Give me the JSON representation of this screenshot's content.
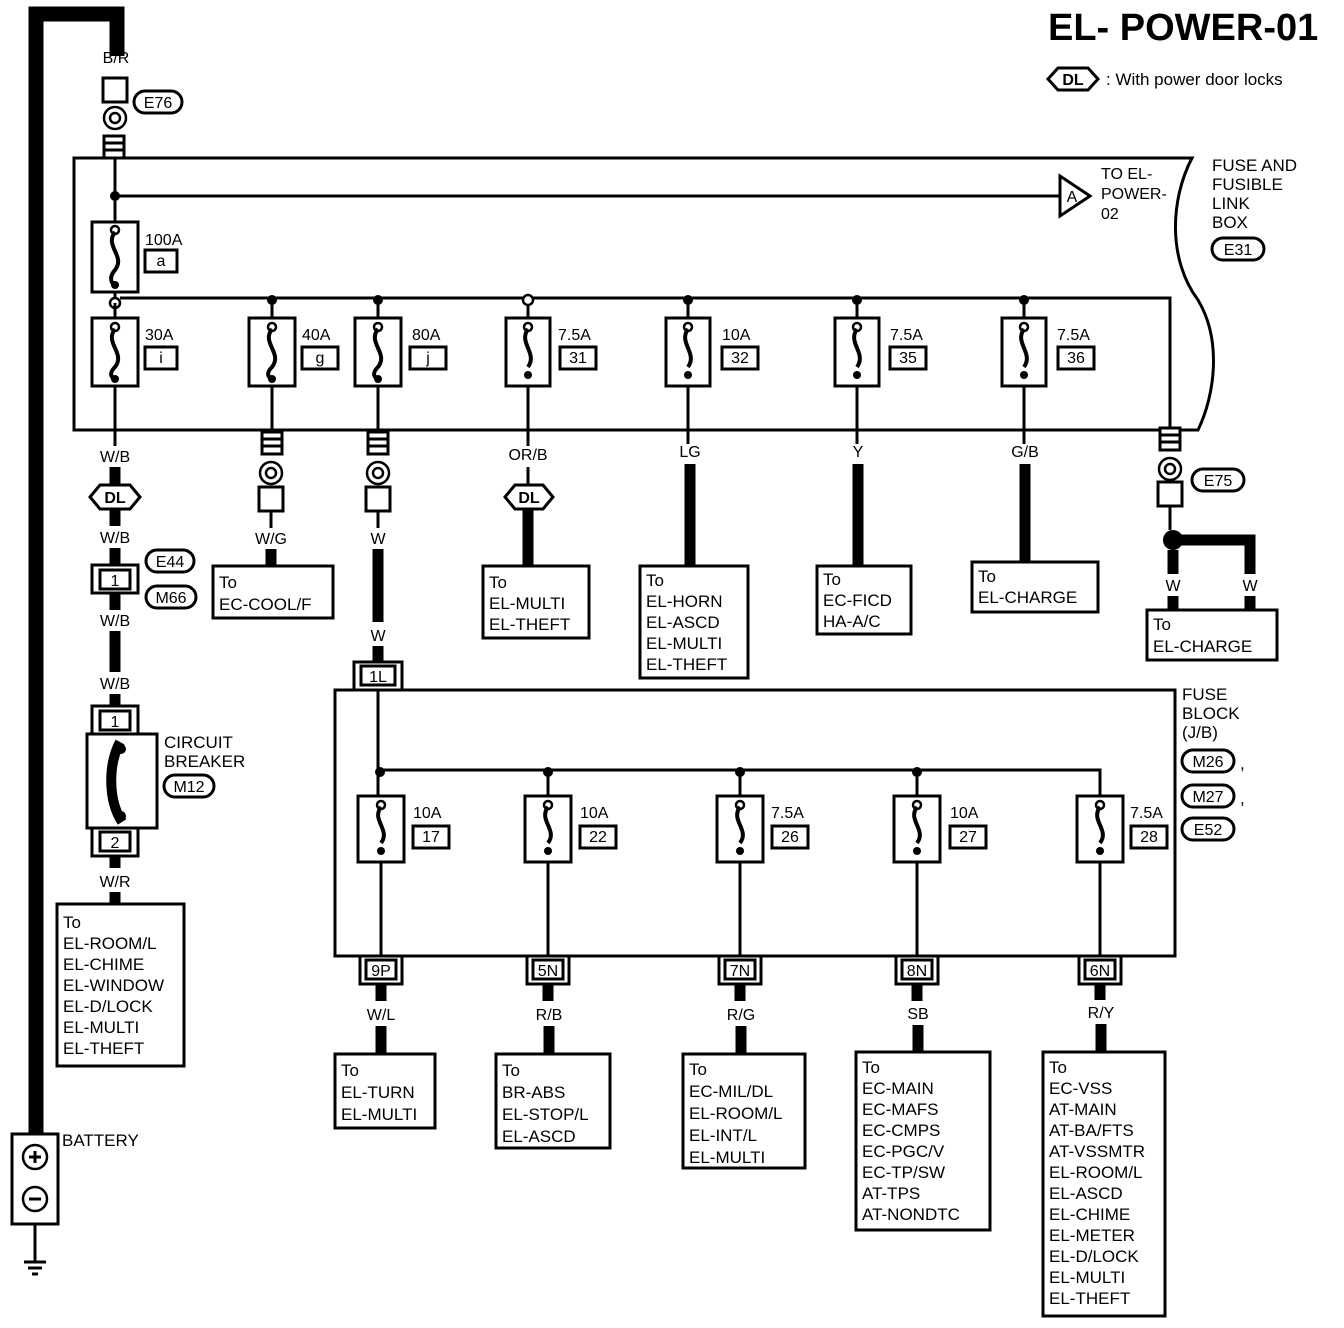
{
  "title": "EL- POWER-01",
  "legend": {
    "tag": "DL",
    "text": ": With power door locks"
  },
  "wires": {
    "battery_top": "B/R",
    "cb_in": "W/B",
    "dl_after": "W/B",
    "e44_after": "W/B",
    "cb_top": "W/B",
    "cb_out": "W/R",
    "fl_30": "W/G",
    "fl_80_upper": "W",
    "fl_80_lower": "W",
    "f31": "OR/B",
    "f32": "LG",
    "f35": "Y",
    "f36": "G/B",
    "e75_left": "W",
    "e75_right": "W",
    "f17": "W/L",
    "f22": "R/B",
    "f26": "R/G",
    "f27": "SB",
    "f28": "R/Y"
  },
  "connectors": {
    "e76": "E76",
    "e75": "E75",
    "e44": "E44",
    "m66": "M66",
    "m12": "M12",
    "e31": "E31",
    "m26": "M26",
    "m27": "M27",
    "e52": "E52",
    "dl_tag": "DL",
    "pin_1_e44": "1",
    "pin_1_cb": "1",
    "pin_2_cb": "2",
    "pin_1l": "1L",
    "pin_9p": "9P",
    "pin_5n": "5N",
    "pin_7n": "7N",
    "pin_8n": "8N",
    "pin_6n": "6N"
  },
  "link_box": {
    "label_lines": [
      "FUSE AND",
      "FUSIBLE",
      "LINK",
      "BOX"
    ],
    "to_a": "A",
    "to_lines": [
      "TO EL-",
      "POWER-",
      "02"
    ],
    "fuses": [
      {
        "rating": "100A",
        "id": "a"
      },
      {
        "rating": "30A",
        "id": "i"
      },
      {
        "rating": "40A",
        "id": "g"
      },
      {
        "rating": "80A",
        "id": "j"
      },
      {
        "rating": "7.5A",
        "id": "31"
      },
      {
        "rating": "10A",
        "id": "32"
      },
      {
        "rating": "7.5A",
        "id": "35"
      },
      {
        "rating": "7.5A",
        "id": "36"
      }
    ]
  },
  "fuse_block": {
    "label_lines": [
      "FUSE",
      "BLOCK",
      "(J/B)"
    ],
    "separator": ",",
    "fuses": [
      {
        "rating": "10A",
        "id": "17"
      },
      {
        "rating": "10A",
        "id": "22"
      },
      {
        "rating": "7.5A",
        "id": "26"
      },
      {
        "rating": "10A",
        "id": "27"
      },
      {
        "rating": "7.5A",
        "id": "28"
      }
    ]
  },
  "circuit_breaker": {
    "label_lines": [
      "CIRCUIT",
      "BREAKER"
    ]
  },
  "battery": {
    "label": "BATTERY"
  },
  "destinations": {
    "cb": [
      "To",
      "EL-ROOM/L",
      "EL-CHIME",
      "EL-WINDOW",
      "EL-D/LOCK",
      "EL-MULTI",
      "EL-THEFT"
    ],
    "fl_g": [
      "To",
      "EC-COOL/F"
    ],
    "f31": [
      "To",
      "EL-MULTI",
      "EL-THEFT"
    ],
    "f32": [
      "To",
      "EL-HORN",
      "EL-ASCD",
      "EL-MULTI",
      "EL-THEFT"
    ],
    "f35": [
      "To",
      "EC-FICD",
      "HA-A/C"
    ],
    "f36": [
      "To",
      "EL-CHARGE"
    ],
    "e75": [
      "To",
      "EL-CHARGE"
    ],
    "f17": [
      "To",
      "EL-TURN",
      "EL-MULTI"
    ],
    "f22": [
      "To",
      "BR-ABS",
      "EL-STOP/L",
      "EL-ASCD"
    ],
    "f26": [
      "To",
      "EC-MIL/DL",
      "EL-ROOM/L",
      "EL-INT/L",
      "EL-MULTI"
    ],
    "f27": [
      "To",
      "EC-MAIN",
      "EC-MAFS",
      "EC-CMPS",
      "EC-PGC/V",
      "EC-TP/SW",
      "AT-TPS",
      "AT-NONDTC"
    ],
    "f28": [
      "To",
      "EC-VSS",
      "AT-MAIN",
      "AT-BA/FTS",
      "AT-VSSMTR",
      "EL-ROOM/L",
      "EL-ASCD",
      "EL-CHIME",
      "EL-METER",
      "EL-D/LOCK",
      "EL-MULTI",
      "EL-THEFT"
    ]
  }
}
